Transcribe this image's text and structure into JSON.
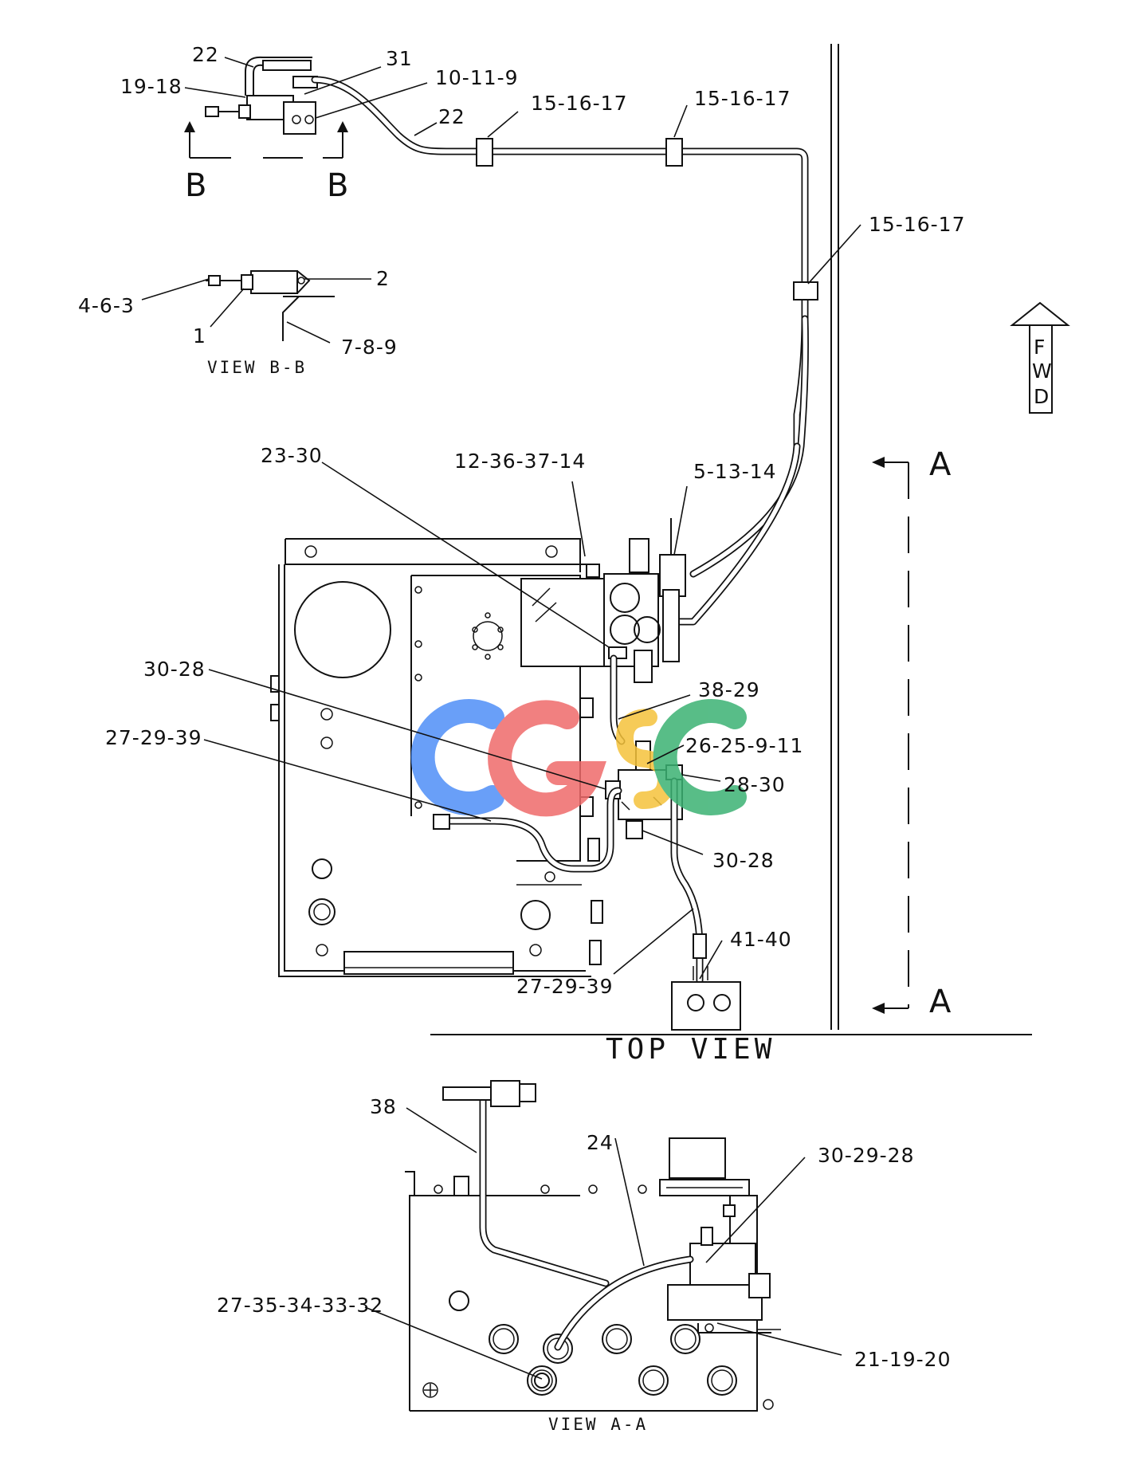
{
  "views": {
    "top_view": "TOP VIEW",
    "view_aa": "VIEW A-A",
    "view_bb": "VIEW B-B"
  },
  "section_marks": {
    "b_left": "B",
    "b_right": "B",
    "a_top": "A",
    "a_bottom": "A"
  },
  "direction": {
    "letters": [
      "F",
      "W",
      "D"
    ]
  },
  "watermark": {
    "text": "CGSC",
    "colors": [
      "#4f8ff7",
      "#ef6b6b",
      "#f5c33b",
      "#3bb273"
    ]
  },
  "callouts": {
    "c22_top": "22",
    "c31": "31",
    "c19_18": "19-18",
    "c10_11_9": "10-11-9",
    "c22_hose": "22",
    "c15_16_17_a": "15-16-17",
    "c15_16_17_b": "15-16-17",
    "c15_16_17_c": "15-16-17",
    "c4_6_3": "4-6-3",
    "c2": "2",
    "c1": "1",
    "c7_8_9": "7-8-9",
    "c23_30": "23-30",
    "c12_36_37_14": "12-36-37-14",
    "c5_13_14": "5-13-14",
    "c30_28_a": "30-28",
    "c38_29": "38-29",
    "c27_29_39_a": "27-29-39",
    "c26_25_9_11": "26-25-9-11",
    "c28_30": "28-30",
    "c30_28_b": "30-28",
    "c41_40": "41-40",
    "c27_29_39_b": "27-29-39",
    "c38": "38",
    "c24": "24",
    "c30_29_28": "30-29-28",
    "c27_35_34_33_32": "27-35-34-33-32",
    "c21_19_20": "21-19-20"
  }
}
